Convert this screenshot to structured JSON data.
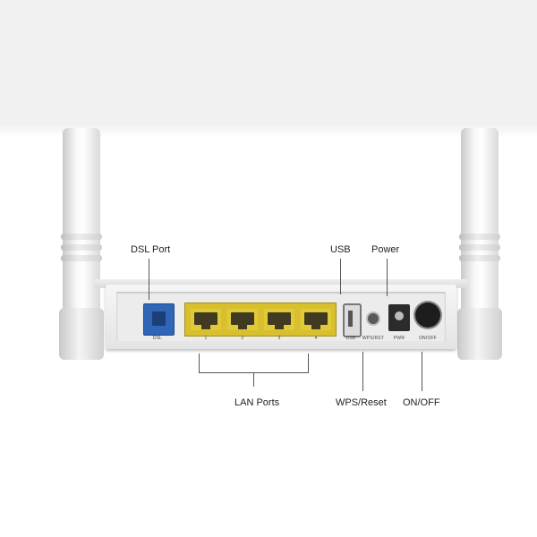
{
  "callouts": {
    "dsl_port": "DSL Port",
    "usb": "USB",
    "power": "Power",
    "lan_ports": "LAN Ports",
    "wps_reset": "WPS/Reset",
    "on_off": "ON/OFF"
  },
  "panel_labels": {
    "dsl": "DSL",
    "lan1": "1",
    "lan2": "2",
    "lan3": "3",
    "lan4": "4",
    "usb": "USB",
    "wps_rst": "WPS/RST",
    "pwr": "PWR",
    "onoff": "ON/OFF"
  },
  "colors": {
    "dsl_port": "#2f66b8",
    "lan_ports": "#d8bf2e",
    "background_top": "#f1f1f1"
  }
}
